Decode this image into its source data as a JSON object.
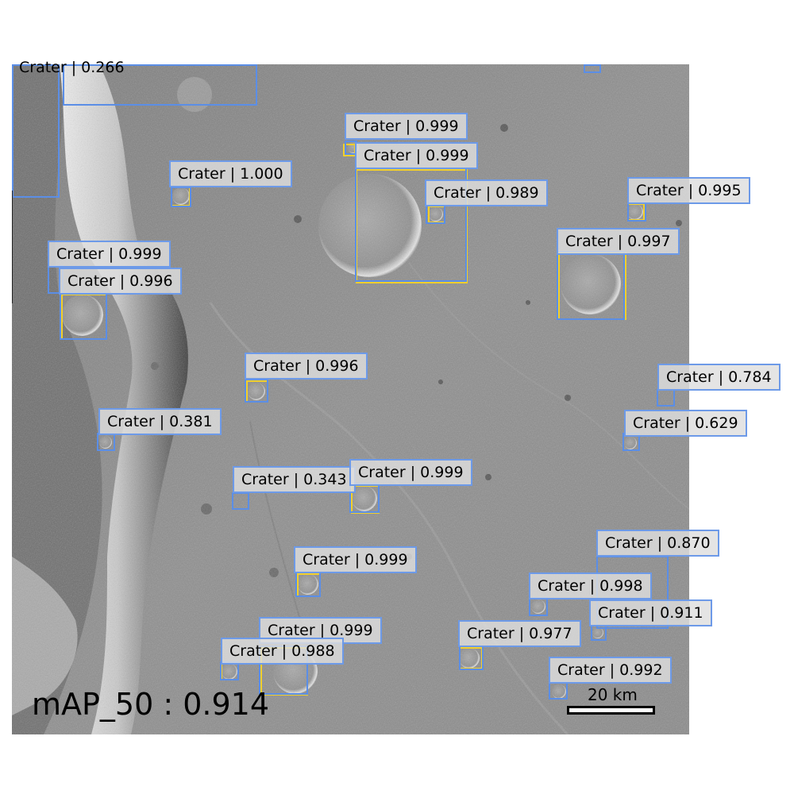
{
  "figure": {
    "metric_text": "mAP_50 : 0.914",
    "scale_label": "20 km",
    "class_label": "Crater",
    "colors": {
      "prediction_box": "#5b8ee6",
      "ground_truth_box": "#f2cf2b",
      "label_background": "#dedede"
    }
  },
  "detections": [
    {
      "label": "Crater | 0.266"
    },
    {
      "label": "Crater | 0.999"
    },
    {
      "label": "Crater | 0.999"
    },
    {
      "label": "Crater | 1.000"
    },
    {
      "label": "Crater | 0.989"
    },
    {
      "label": "Crater | 0.995"
    },
    {
      "label": "Crater | 0.999"
    },
    {
      "label": "Crater | 0.997"
    },
    {
      "label": "Crater | 0.996"
    },
    {
      "label": "Crater | 0.996"
    },
    {
      "label": "Crater | 0.784"
    },
    {
      "label": "Crater | 0.381"
    },
    {
      "label": "Crater | 0.629"
    },
    {
      "label": "Crater | 0.343"
    },
    {
      "label": "Crater | 0.999"
    },
    {
      "label": "Crater | 0.870"
    },
    {
      "label": "Crater | 0.999"
    },
    {
      "label": "Crater | 0.998"
    },
    {
      "label": "Crater | 0.911"
    },
    {
      "label": "Crater | 0.999"
    },
    {
      "label": "Crater | 0.977"
    },
    {
      "label": "Crater | 0.988"
    },
    {
      "label": "Crater | 0.992"
    }
  ]
}
